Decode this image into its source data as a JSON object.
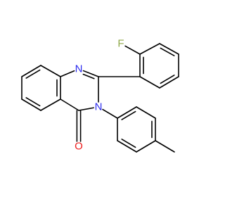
{
  "molecule": {
    "atoms": [
      {
        "id": "F",
        "element": "F",
        "label": "F",
        "color": "#90A94A"
      },
      {
        "id": "N1",
        "element": "N",
        "label": "N",
        "color": "#2B2BEE"
      },
      {
        "id": "N3",
        "element": "N",
        "label": "N",
        "color": "#2B2BEE"
      },
      {
        "id": "O",
        "element": "O",
        "label": "O",
        "color": "#EE2020"
      }
    ],
    "bond_color": "#000000"
  }
}
